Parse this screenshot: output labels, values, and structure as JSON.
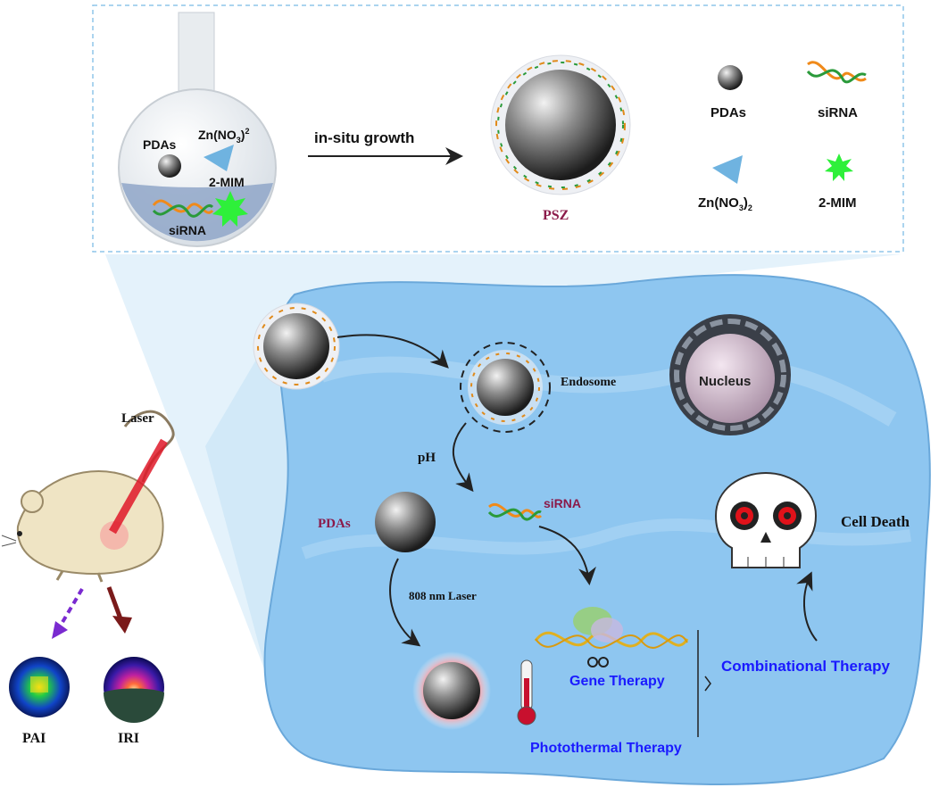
{
  "top_panel": {
    "flask": {
      "pdas": "PDAs",
      "zn_main": "Zn(NO",
      "zn_sub1": "3",
      "zn_close": ")",
      "zn_sub2": "2",
      "mim": "2-MIM",
      "sirna": "siRNA"
    },
    "arrow_label": "in-situ growth",
    "product_label": "PSZ",
    "legend": {
      "pdas": "PDAs",
      "sirna": "siRNA",
      "zn_main": "Zn(NO",
      "zn_sub1": "3",
      "zn_close": ")",
      "zn_sub2": "2",
      "mim": "2-MIM"
    }
  },
  "cell": {
    "endosome": "Endosome",
    "nucleus": "Nucleus",
    "ph": "pH",
    "pdas": "PDAs",
    "sirna": "siRNA",
    "laser_808": "808 nm Laser",
    "cell_death": "Cell Death",
    "gene_therapy": "Gene Therapy",
    "combinational_therapy": "Combinational Therapy",
    "photothermal_therapy": "Photothermal Therapy"
  },
  "mouse_panel": {
    "laser": "Laser",
    "pai": "PAI",
    "iri": "IRI"
  },
  "colors": {
    "cell_fill": "#8ec6f0",
    "panel_border": "#8fc6ea",
    "label_maroon": "#8b1a4a",
    "therapy_blue": "#1a1aff"
  }
}
